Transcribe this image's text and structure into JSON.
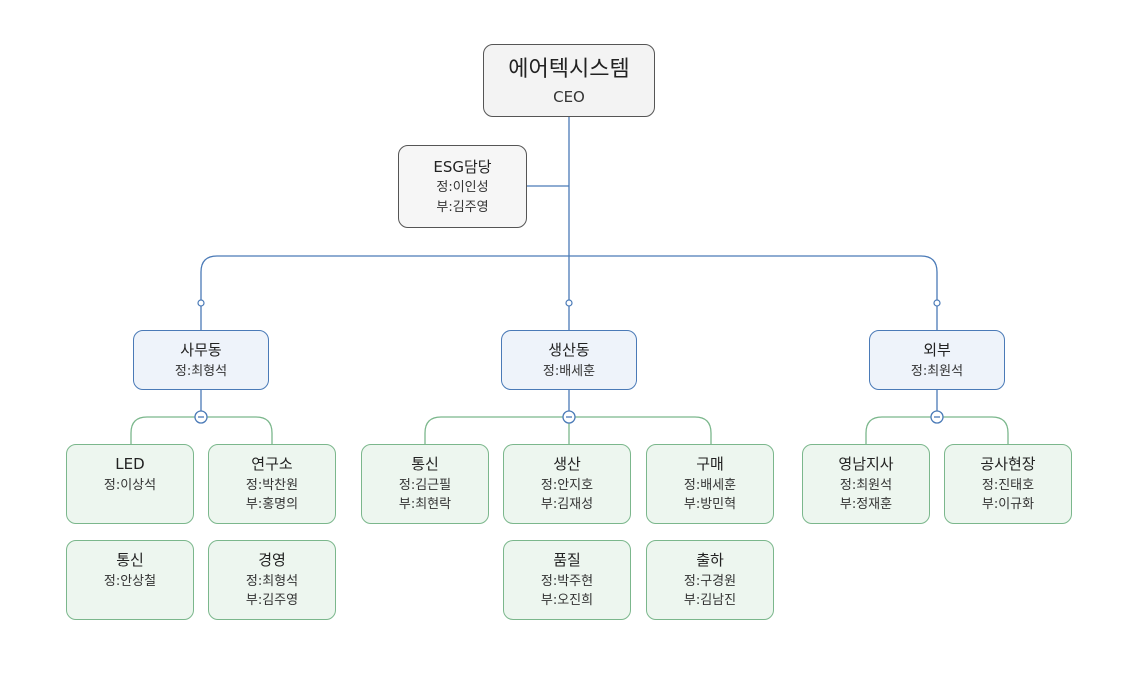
{
  "colors": {
    "blue_line": "#4a7ab7",
    "green_line": "#7bb78c",
    "ceo_fill": "#f3f3f3",
    "dept_fill": "#eef3fa",
    "team_fill": "#edf6ef"
  },
  "ceo": {
    "name": "에어텍시스템",
    "title": "CEO"
  },
  "esg": {
    "name": "ESG담당",
    "lead": "정:이인성",
    "deputy": "부:김주영"
  },
  "departments": [
    {
      "name": "사무동",
      "lead": "정:최형석",
      "teams": [
        {
          "name": "LED",
          "lead": "정:이상석"
        },
        {
          "name": "연구소",
          "lead": "정:박찬원",
          "deputy": "부:홍명의"
        },
        {
          "name": "통신",
          "lead": "정:안상철"
        },
        {
          "name": "경영",
          "lead": "정:최형석",
          "deputy": "부:김주영"
        }
      ]
    },
    {
      "name": "생산동",
      "lead": "정:배세훈",
      "teams": [
        {
          "name": "통신",
          "lead": "정:김근필",
          "deputy": "부:최현락"
        },
        {
          "name": "생산",
          "lead": "정:안지호",
          "deputy": "부:김재성"
        },
        {
          "name": "구매",
          "lead": "정:배세훈",
          "deputy": "부:방민혁"
        },
        {
          "name": "품질",
          "lead": "정:박주현",
          "deputy": "부:오진희"
        },
        {
          "name": "출하",
          "lead": "정:구경원",
          "deputy": "부:김남진"
        }
      ]
    },
    {
      "name": "외부",
      "lead": "정:최원석",
      "teams": [
        {
          "name": "영남지사",
          "lead": "정:최원석",
          "deputy": "부:정재훈"
        },
        {
          "name": "공사현장",
          "lead": "정:진태호",
          "deputy": "부:이규화"
        }
      ]
    }
  ]
}
